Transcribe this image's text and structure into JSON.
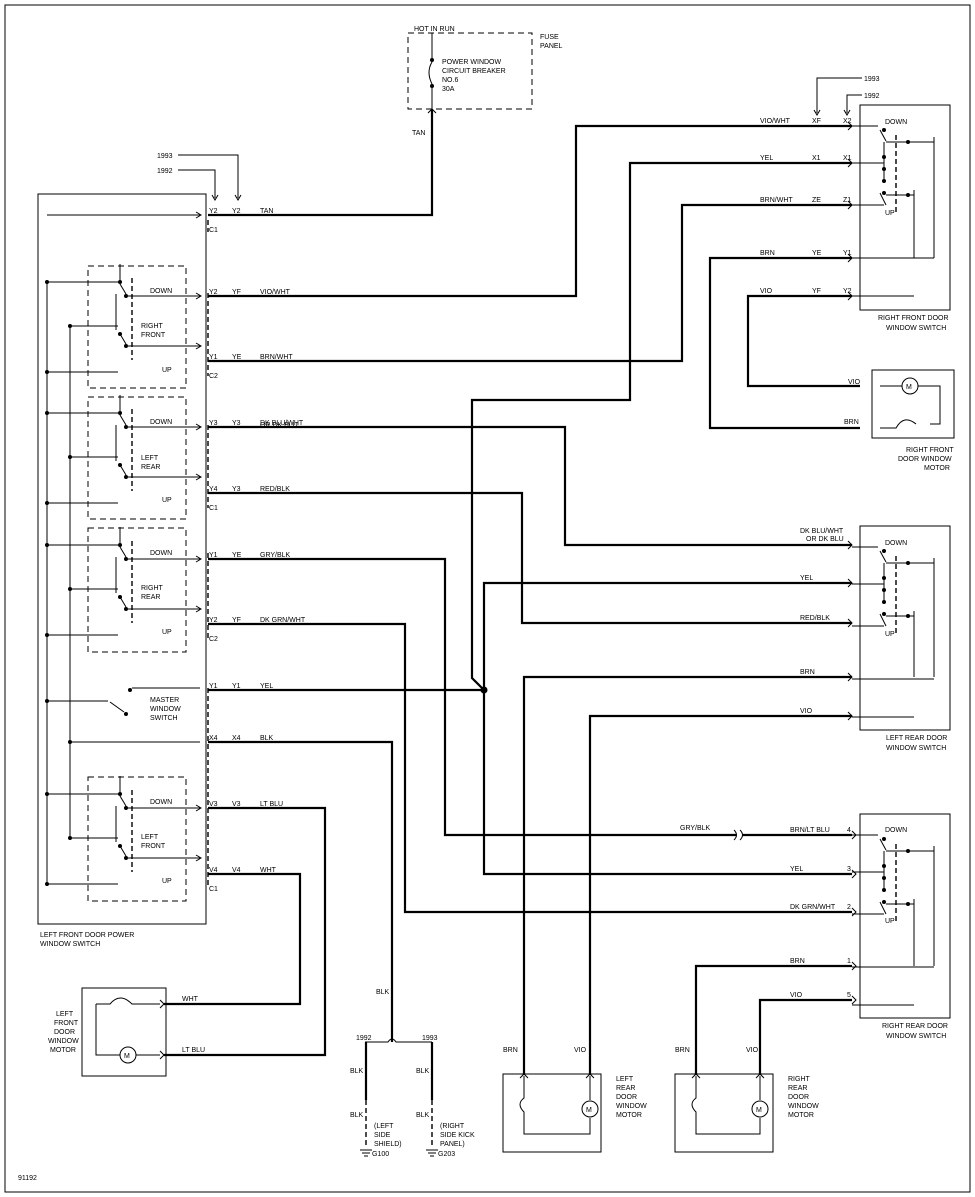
{
  "fuse": {
    "hot": "HOT IN RUN",
    "panel": [
      "FUSE",
      "PANEL"
    ],
    "desc": [
      "POWER WINDOW",
      "CIRCUIT BREAKER",
      "NO.6",
      "30A"
    ],
    "tan": "TAN"
  },
  "years": {
    "y1993": "1993",
    "y1992": "1992"
  },
  "lfs": {
    "title": [
      "LEFT FRONT DOOR POWER",
      "WINDOW SWITCH"
    ],
    "switches": [
      {
        "name": [
          "RIGHT",
          "FRONT"
        ]
      },
      {
        "name": [
          "LEFT",
          "REAR"
        ]
      },
      {
        "name": [
          "RIGHT",
          "REAR"
        ]
      },
      {
        "name": [
          "LEFT",
          "FRONT"
        ]
      }
    ],
    "master": [
      "MASTER",
      "WINDOW",
      "SWITCH"
    ],
    "down": "DOWN",
    "up": "UP"
  },
  "rows": [
    {
      "p92": "Y2",
      "p93": "Y2",
      "color": "TAN",
      "conn": "C1"
    },
    {
      "p92": "Y2",
      "p93": "YF",
      "color": "VIO/WHT",
      "conn": ""
    },
    {
      "p92": "Y1",
      "p93": "YE",
      "color": "BRN/WHT",
      "conn": "C2"
    },
    {
      "p92": "Y3",
      "p93": "Y3",
      "color": "DK BLU/WHT",
      "color2": "OR DK BLU",
      "conn": ""
    },
    {
      "p92": "Y4",
      "p93": "Y3",
      "color": "RED/BLK",
      "conn": "C1"
    },
    {
      "p92": "Y1",
      "p93": "YE",
      "color": "GRY/BLK",
      "conn": ""
    },
    {
      "p92": "Y2",
      "p93": "YF",
      "color": "DK GRN/WHT",
      "conn": "C2"
    },
    {
      "p92": "Y1",
      "p93": "Y1",
      "color": "YEL",
      "conn": ""
    },
    {
      "p92": "X4",
      "p93": "X4",
      "color": "BLK",
      "conn": ""
    },
    {
      "p92": "V3",
      "p93": "V3",
      "color": "LT BLU",
      "conn": ""
    },
    {
      "p92": "V4",
      "p93": "V4",
      "color": "WHT",
      "conn": "C1"
    }
  ],
  "rfs": {
    "title": [
      "RIGHT FRONT DOOR",
      "WINDOW SWITCH"
    ],
    "pins": [
      {
        "color": "VIO/WHT",
        "p93": "XF",
        "p92": "X2"
      },
      {
        "color": "YEL",
        "p93": "X1",
        "p92": "X1"
      },
      {
        "color": "BRN/WHT",
        "p93": "ZE",
        "p92": "Z1"
      },
      {
        "color": "BRN",
        "p93": "YE",
        "p92": "Y1"
      },
      {
        "color": "VIO",
        "p93": "YF",
        "p92": "Y2"
      }
    ]
  },
  "rfm": {
    "title": [
      "RIGHT FRONT",
      "DOOR WINDOW",
      "MOTOR"
    ],
    "vio": "VIO",
    "brn": "BRN"
  },
  "lrs": {
    "title": [
      "LEFT REAR DOOR",
      "WINDOW SWITCH"
    ],
    "pins": [
      {
        "color": "DK BLU/WHT",
        "color2": "OR DK BLU"
      },
      {
        "color": "YEL"
      },
      {
        "color": "RED/BLK"
      },
      {
        "color": "BRN"
      },
      {
        "color": "VIO"
      }
    ]
  },
  "rrs": {
    "title": [
      "RIGHT REAR DOOR",
      "WINDOW SWITCH"
    ],
    "gry": "GRY/BLK",
    "pins": [
      {
        "color": "BRN/LT BLU",
        "num": "4"
      },
      {
        "color": "YEL",
        "num": "3"
      },
      {
        "color": "DK GRN/WHT",
        "num": "2"
      },
      {
        "color": "BRN",
        "num": "1"
      },
      {
        "color": "VIO",
        "num": "5"
      }
    ]
  },
  "lfm": {
    "title": [
      "LEFT",
      "FRONT",
      "DOOR",
      "WINDOW",
      "MOTOR"
    ],
    "wht": "WHT",
    "ltblu": "LT BLU"
  },
  "ground": {
    "blk": "BLK",
    "left": {
      "year": "1992",
      "blk": "BLK",
      "label": [
        "(LEFT",
        "SIDE",
        "SHIELD)"
      ],
      "g": "G100"
    },
    "right": {
      "year": "1993",
      "blk": "BLK",
      "label": [
        "(RIGHT",
        "SIDE KICK",
        "PANEL)"
      ],
      "g": "G203"
    }
  },
  "lrm": {
    "title": [
      "LEFT",
      "REAR",
      "DOOR",
      "WINDOW",
      "MOTOR"
    ],
    "brn": "BRN",
    "vio": "VIO"
  },
  "rrm": {
    "title": [
      "RIGHT",
      "REAR",
      "DOOR",
      "WINDOW",
      "MOTOR"
    ],
    "brn": "BRN",
    "vio": "VIO"
  },
  "figid": "91192",
  "motor": "M"
}
